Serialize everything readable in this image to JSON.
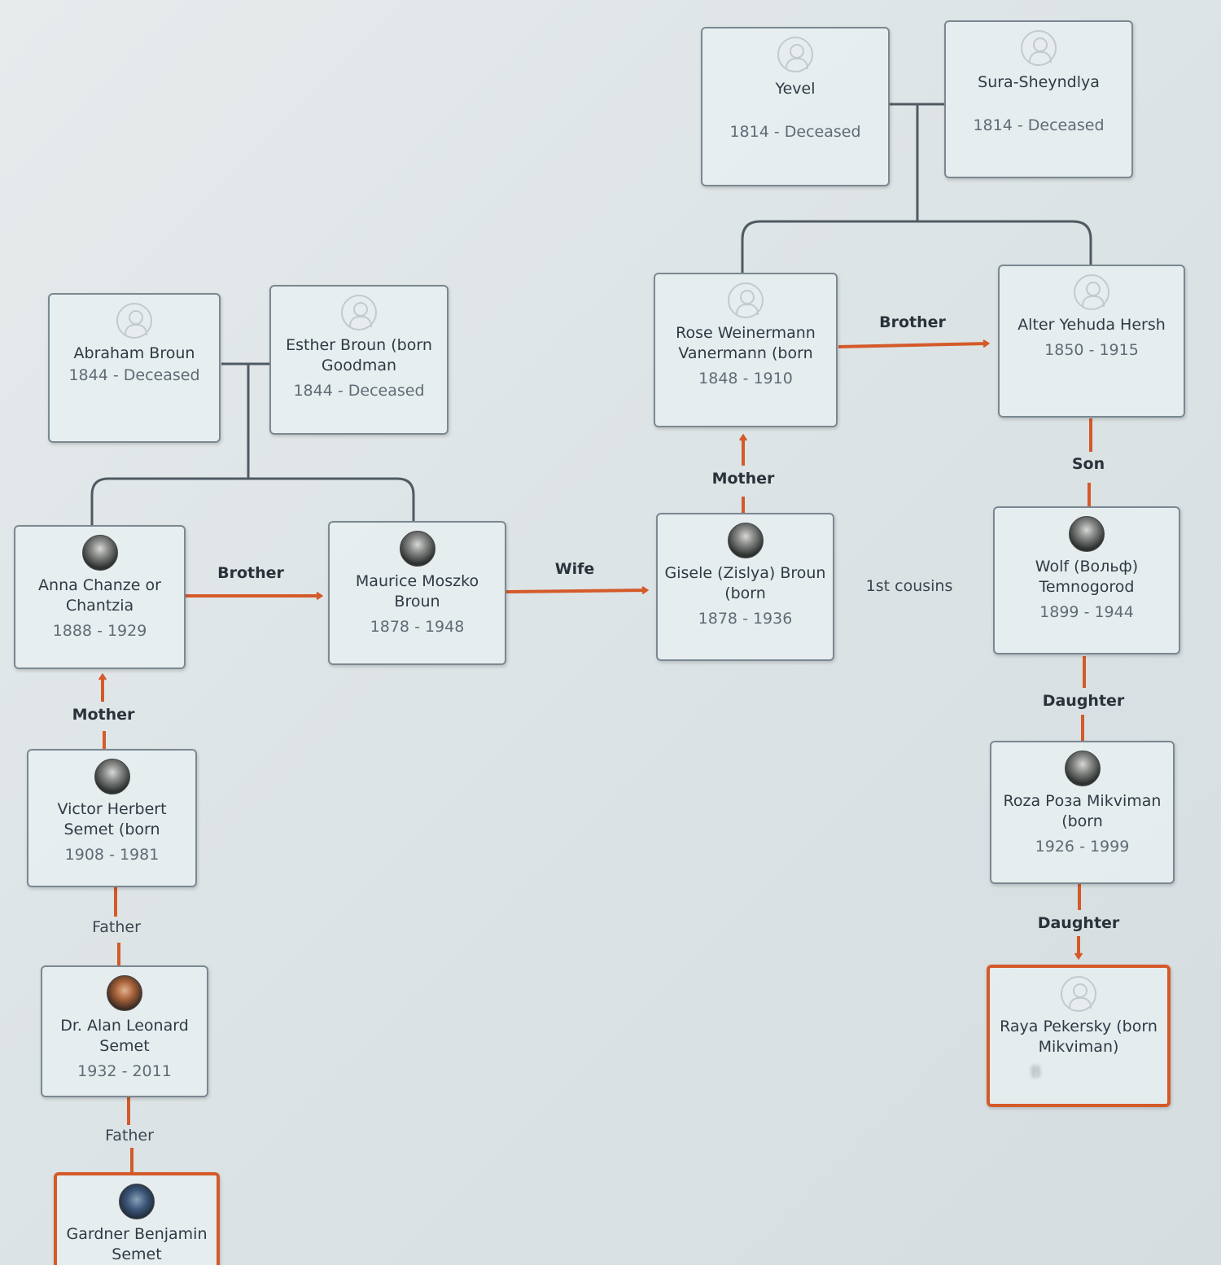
{
  "people": {
    "yevel": {
      "name": "Yevel",
      "years": "1814 - Deceased"
    },
    "sura": {
      "name": "Sura-Sheyndlya",
      "years": "1814 - Deceased"
    },
    "abraham": {
      "name": "Abraham Broun",
      "years": "1844 - Deceased"
    },
    "esther": {
      "name": "Esther Broun (born Goodman",
      "years": "1844 - Deceased"
    },
    "rose": {
      "name": "Rose Weinermann Vanermann (born",
      "years": "1848 - 1910"
    },
    "alter": {
      "name": "Alter Yehuda Hersh",
      "years": "1850 - 1915"
    },
    "anna": {
      "name": "Anna Chanze or Chantzia",
      "years": "1888 - 1929"
    },
    "maurice": {
      "name": "Maurice Moszko Broun",
      "years": "1878 - 1948"
    },
    "gisele": {
      "name": "Gisele (Zislya) Broun (born",
      "years": "1878 - 1936"
    },
    "wolf": {
      "name": "Wolf (Вольф) Temnogorod",
      "years": "1899 - 1944"
    },
    "victor": {
      "name": "Victor Herbert Semet (born",
      "years": "1908 - 1981"
    },
    "roza": {
      "name": "Roza Роза Mikviman (born",
      "years": "1926 - 1999"
    },
    "alan": {
      "name": "Dr. Alan Leonard Semet",
      "years": "1932 - 2011"
    },
    "raya": {
      "name": "Raya Pekersky (born Mikviman)",
      "years": "B"
    },
    "gardner": {
      "name": "Gardner Benjamin Semet",
      "years": ""
    }
  },
  "relations": {
    "rose_alter": "Brother",
    "anna_maurice": "Brother",
    "maurice_gisele": "Wife",
    "gisele_rose": "Mother",
    "alter_wolf": "Son",
    "gisele_wolf": "1st cousins",
    "anna_victor": "Mother",
    "wolf_roza": "Daughter",
    "victor_alan": "Father",
    "roza_raya": "Daughter",
    "alan_gardner": "Father"
  },
  "colors": {
    "accent": "#d45a2a",
    "connector": "#4f5a63",
    "card_border": "#7b8892"
  }
}
